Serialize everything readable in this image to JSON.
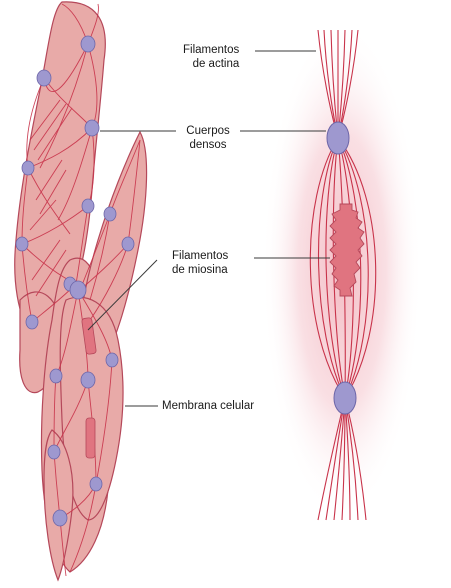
{
  "labels": {
    "actina": {
      "line1": "Filamentos",
      "line2": "de actina"
    },
    "cuerpos": {
      "line1": "Cuerpos",
      "line2": "densos"
    },
    "miosina": {
      "line1": "Filamentos",
      "line2": "de miosina"
    },
    "membrana": {
      "line1": "Membrana celular"
    }
  },
  "colors": {
    "cell_fill": "#e8aaa8",
    "cell_stroke": "#b5485a",
    "filament": "#c8334a",
    "dense_body": "#9e98cf",
    "dense_body_stroke": "#6d66a8",
    "glow": "#f5c9cf",
    "myosin": "#e07480"
  }
}
